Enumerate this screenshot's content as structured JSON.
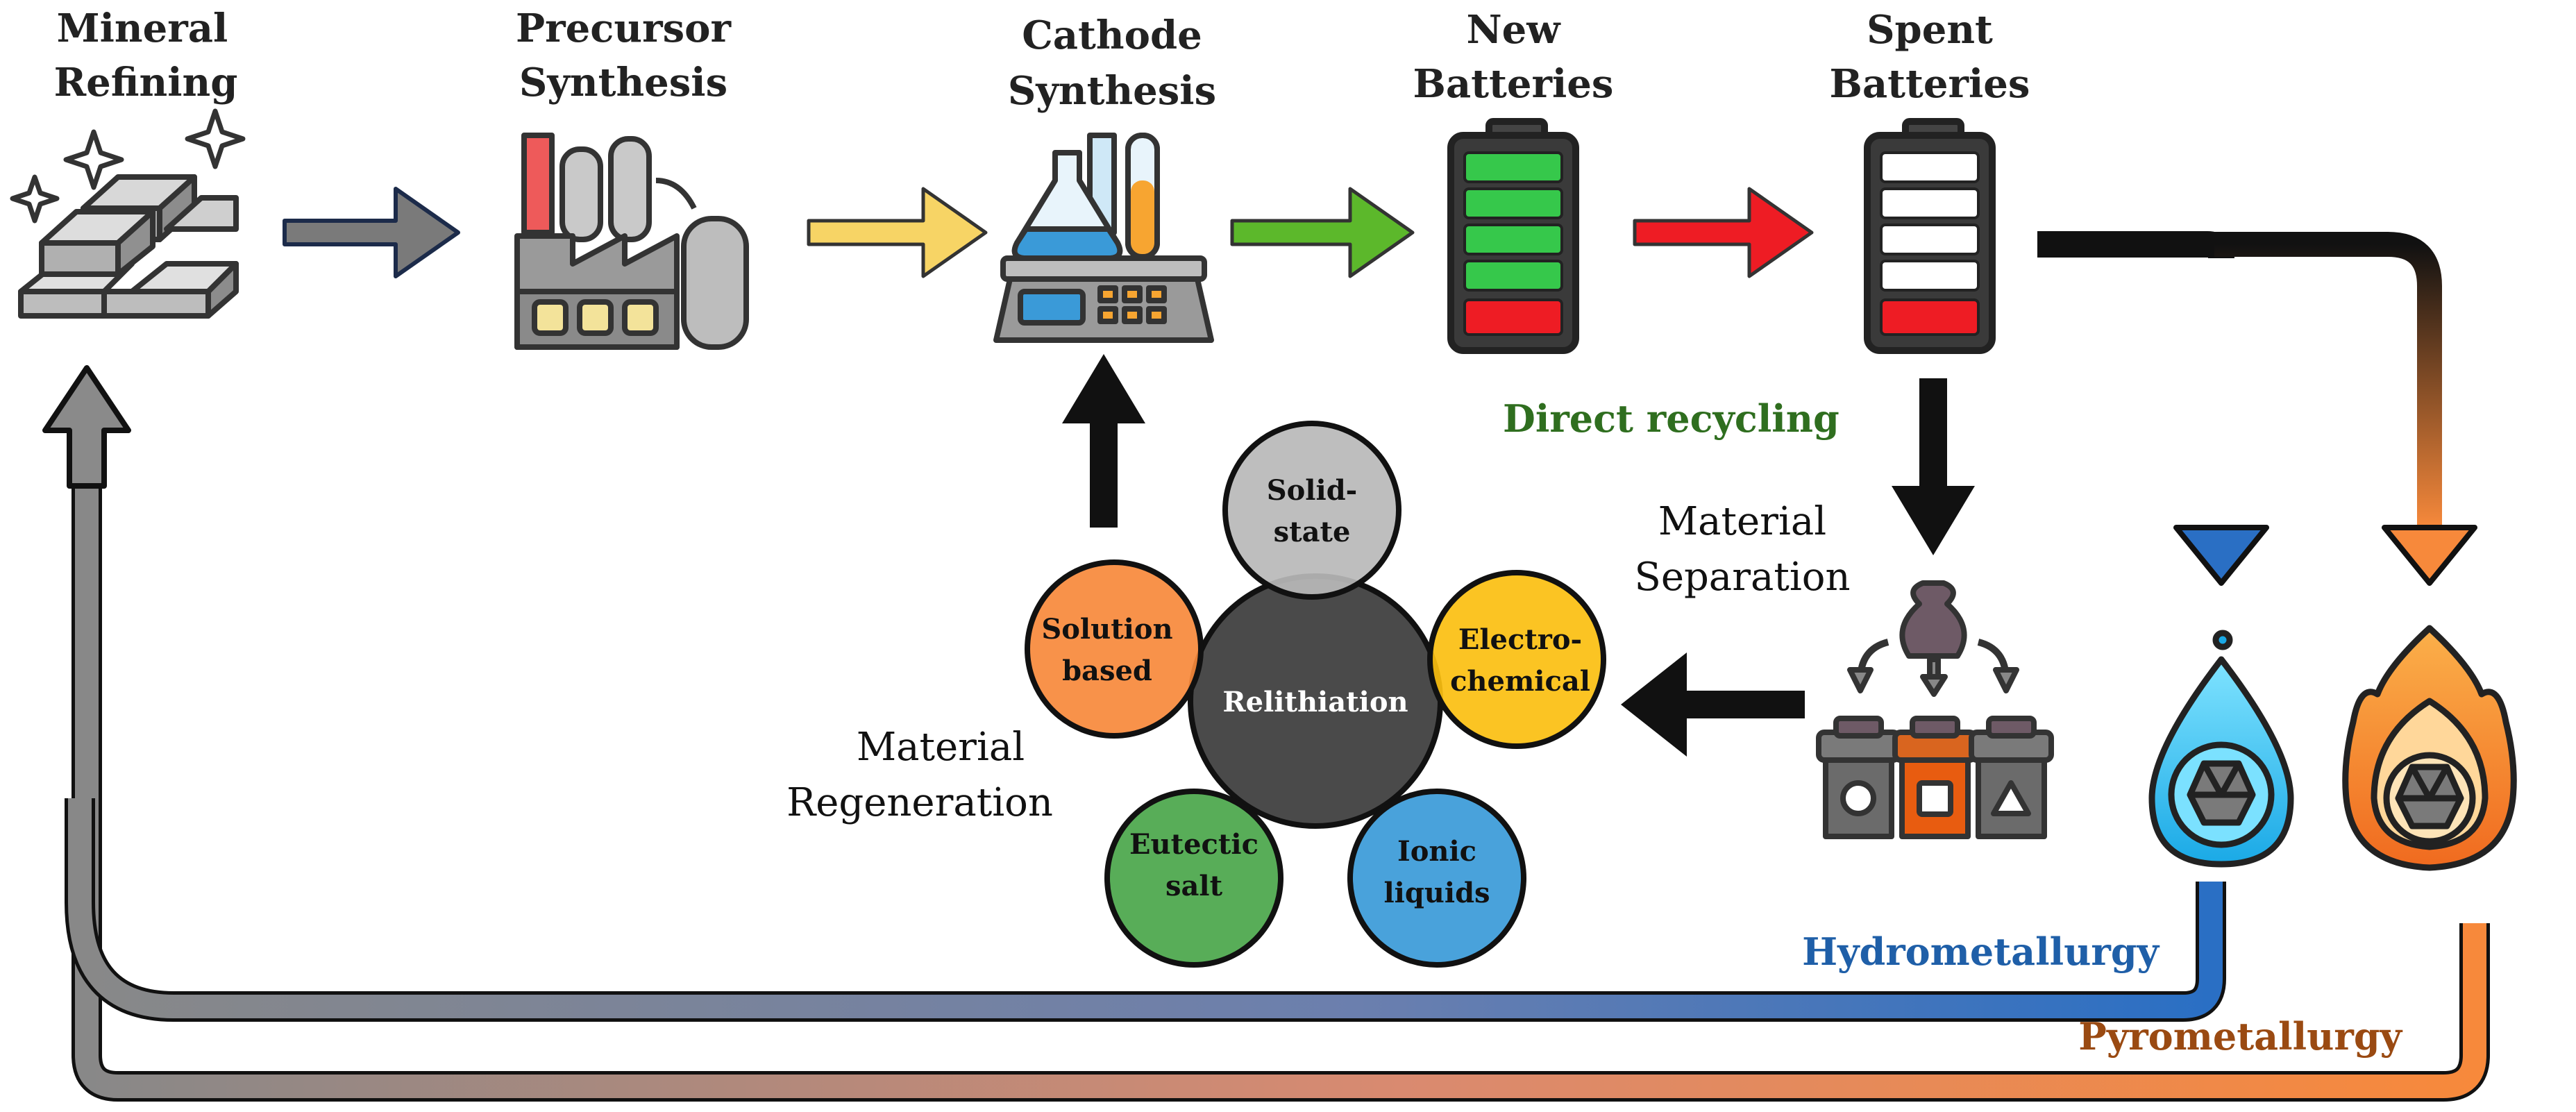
{
  "stages": {
    "mineral_refining": {
      "line1": "Mineral",
      "line2": "Refining"
    },
    "precursor_synthesis": {
      "line1": "Precursor",
      "line2": "Synthesis"
    },
    "cathode_synthesis": {
      "line1": "Cathode",
      "line2": "Synthesis"
    },
    "new_batteries": {
      "line1": "New",
      "line2": "Batteries"
    },
    "spent_batteries": {
      "line1": "Spent",
      "line2": "Batteries"
    }
  },
  "labels": {
    "direct_recycling": "Direct recycling",
    "material_separation": {
      "line1": "Material",
      "line2": "Separation"
    },
    "material_regeneration": {
      "line1": "Material",
      "line2": "Regeneration"
    },
    "hydrometallurgy": "Hydrometallurgy",
    "pyrometallurgy": "Pyrometallurgy"
  },
  "relithiation": {
    "center": "Relithiation",
    "methods": {
      "solid_state": {
        "line1": "Solid-",
        "line2": "state"
      },
      "electrochemical": {
        "line1": "Electro-",
        "line2": "chemical"
      },
      "ionic_liquids": {
        "line1": "Ionic",
        "line2": "liquids"
      },
      "eutectic_salt": {
        "line1": "Eutectic",
        "line2": "salt"
      },
      "solution_based": {
        "line1": "Solution",
        "line2": "based"
      }
    }
  },
  "colors": {
    "arrow_gray": "#7a7a7a",
    "arrow_yellow": "#f7d465",
    "arrow_green": "#5cb82b",
    "arrow_red": "#ee1c24",
    "arrow_black": "#111111",
    "hydro_blue": "#2a6fc4",
    "pyro_orange": "#f7893b",
    "direct_green": "#2f6e1f",
    "hydro_text": "#1f5fa8",
    "pyro_text": "#9a4a12",
    "solid_state": "#b8b8b8",
    "electrochemical": "#fbbf10",
    "ionic_liquids": "#3a9ad8",
    "eutectic_salt": "#4aa64a",
    "solution_based": "#f7893b",
    "relithiation": "#4a4a4a"
  },
  "icons": [
    "metal-ingots-icon",
    "factory-icon",
    "lab-scale-flask-icon",
    "full-battery-icon",
    "empty-battery-icon",
    "sorting-bins-icon",
    "water-drop-icon",
    "flame-icon"
  ]
}
